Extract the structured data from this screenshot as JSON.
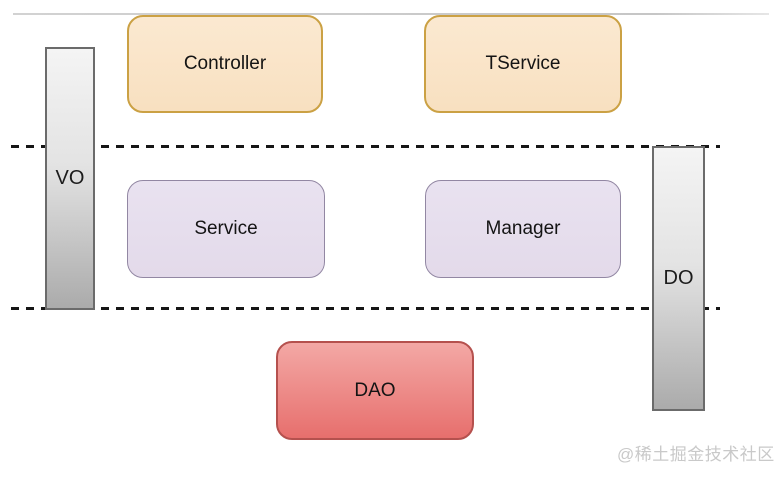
{
  "diagram": {
    "boxes": [
      {
        "id": "controller",
        "label": "Controller"
      },
      {
        "id": "tservice",
        "label": "TService"
      },
      {
        "id": "service",
        "label": "Service"
      },
      {
        "id": "manager",
        "label": "Manager"
      },
      {
        "id": "dao",
        "label": "DAO"
      }
    ],
    "bars": [
      {
        "id": "vo",
        "label": "VO"
      },
      {
        "id": "do",
        "label": "DO"
      }
    ],
    "watermark": "@稀土掘金技术社区",
    "colors": {
      "box_orange_fill": "#FAE5C8",
      "box_orange_border": "#CBA144",
      "box_purple_fill": "#E7DFEE",
      "box_purple_border": "#9287A3",
      "box_red_fill_top": "#F3A8A5",
      "box_red_fill_bottom": "#E76F6D",
      "box_red_border": "#B5514E",
      "bar_fill_top": "#F4F4F4",
      "bar_fill_bottom": "#ABABAB",
      "bar_border": "#6B6B6B",
      "dashed_line": "#161616",
      "top_line": "#CCCCCC",
      "watermark_text": "#C9C9C9"
    }
  }
}
